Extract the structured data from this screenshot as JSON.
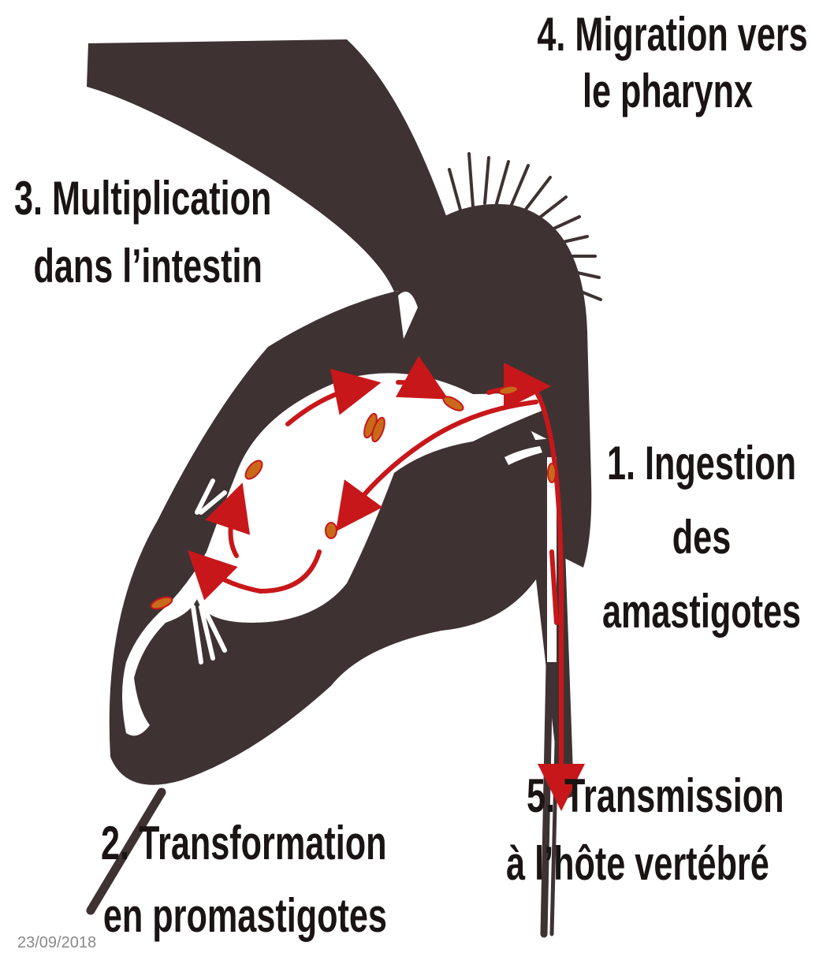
{
  "colors": {
    "body": "#3f3232",
    "gut": "#ffffff",
    "arrow": "#c8171a",
    "text": "#1a1414",
    "date": "#8a8a8a"
  },
  "steps": [
    {
      "line1": "4. Migration vers",
      "line2": "le pharynx"
    },
    {
      "line1": "3. Multiplication",
      "line2": "dans l’intestin"
    },
    {
      "line1": "1. Ingestion",
      "line2": "des",
      "line3": "amastigotes"
    },
    {
      "line1": "5. Transmission",
      "line2": "à l’hôte vertébré"
    },
    {
      "line1": "2. Transformation",
      "line2": "en promastigotes"
    }
  ],
  "footer": {
    "date": "23/09/2018"
  }
}
